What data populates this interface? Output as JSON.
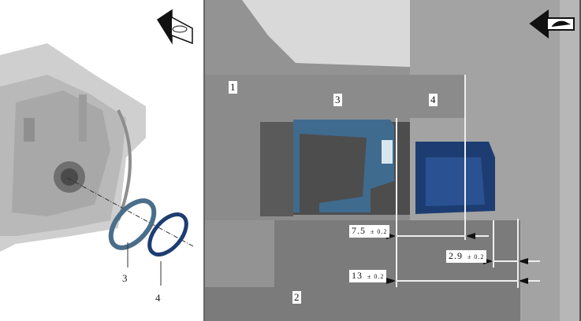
{
  "left_view": {
    "callouts": [
      "3",
      "4"
    ],
    "direction_icon": "forward-direction-arrow-icon"
  },
  "detail_view": {
    "callouts": [
      "1",
      "2",
      "3",
      "4"
    ],
    "direction_icon": "vehicle-forward-arrow-icon",
    "dimensions": [
      {
        "value": "7.5",
        "tolerance": "± 0.2"
      },
      {
        "value": "2.9",
        "tolerance": "± 0.2"
      },
      {
        "value": "13",
        "tolerance": "± 0.2"
      }
    ]
  },
  "colors": {
    "seal_3": "#3f6b8f",
    "seal_4": "#1d3d72"
  }
}
